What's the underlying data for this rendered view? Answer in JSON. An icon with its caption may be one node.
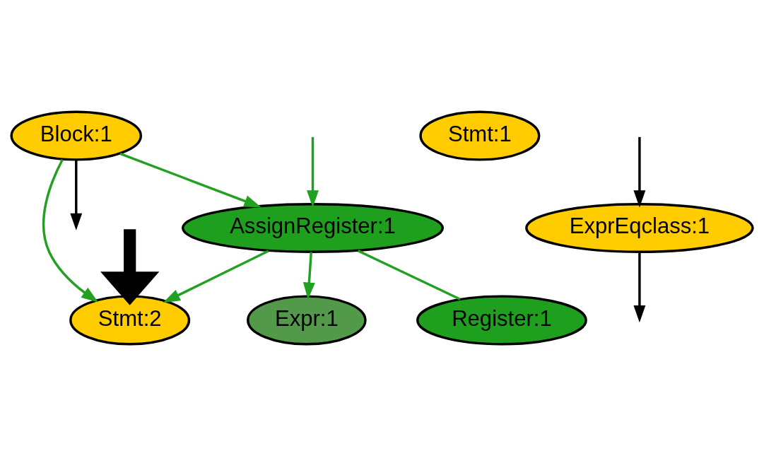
{
  "diagram": {
    "nodes": [
      {
        "text": [
          "Block:1"
        ]
      },
      {
        "text": [
          "Stmt:1"
        ]
      },
      {
        "text": [
          "Stmt:2"
        ]
      },
      {
        "text": [
          "AssignRegister:1"
        ]
      },
      {
        "text": [
          "Expr:1"
        ]
      },
      {
        "text": [
          "ExprEqclass:1"
        ]
      },
      {
        "text": [
          "Register:1"
        ]
      }
    ],
    "edges": [
      {
        "from": 0,
        "to": null,
        "arrow": "to",
        "color": "#000000"
      },
      {
        "from": 0,
        "to": 2,
        "arrow": "to"
      },
      {
        "from": 0,
        "to": 3,
        "arrow": "to"
      },
      {
        "from": null,
        "to": 3,
        "arrow": "to"
      },
      {
        "from": null,
        "to": 2,
        "arrow": "to",
        "style": "thick",
        "color": "#000000"
      },
      {
        "from": 3,
        "to": 2,
        "arrow": "to"
      },
      {
        "from": 3,
        "to": 4,
        "arrow": "to"
      },
      {
        "from": 3,
        "to": 6,
        "arrow": "none"
      },
      {
        "from": null,
        "to": 5,
        "arrow": "to",
        "color": "#000000"
      },
      {
        "from": 5,
        "to": null,
        "arrow": "to",
        "color": "#000000"
      }
    ]
  }
}
